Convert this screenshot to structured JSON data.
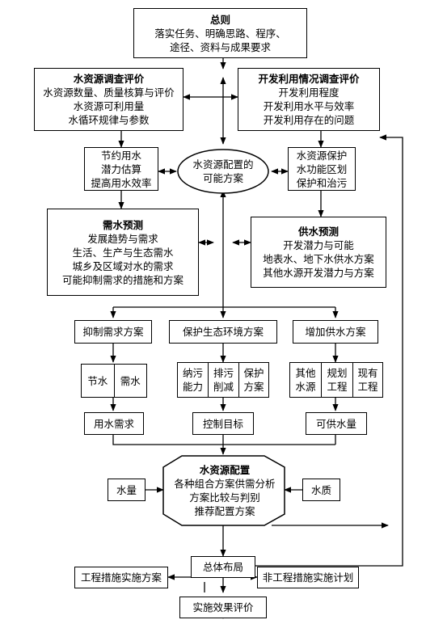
{
  "general": {
    "title": "总则",
    "lines": [
      "落实任务、明确思路、程序、",
      "途径、资料与成果要求"
    ]
  },
  "survey": {
    "title": "水资源调查评价",
    "lines": [
      "水资源数量、质量核算与评价",
      "水资源可利用量",
      "水循环规律与参数"
    ]
  },
  "develop": {
    "title": "开发利用情况调查评价",
    "lines": [
      "开发利用程度",
      "开发利用水平与效率",
      "开发利用存在的问题"
    ]
  },
  "saving": {
    "lines": [
      "节约用水",
      "潜力估算",
      "提高用水效率"
    ]
  },
  "config_ellipse": {
    "lines": [
      "水资源配置的",
      "可能方案"
    ]
  },
  "protect": {
    "lines": [
      "水资源保护",
      "水功能区划",
      "保护和治污"
    ]
  },
  "demand_forecast": {
    "title": "需水预测",
    "lines": [
      "发展趋势与需求",
      "生活、生产与生态需水",
      "城乡及区域对水的需求",
      "可能抑制需求的措施和方案"
    ]
  },
  "supply_forecast": {
    "title": "供水预测",
    "lines": [
      "开发潜力与可能",
      "地表水、地下水供水方案",
      "其他水源开发潜力与方案"
    ]
  },
  "scheme_demand": {
    "label": "抑制需求方案",
    "cells": [
      "节水",
      "需水"
    ],
    "result": "用水需求"
  },
  "scheme_env": {
    "label": "保护生态环境方案",
    "cells": [
      [
        "纳污",
        "能力"
      ],
      [
        "排污",
        "削减"
      ],
      [
        "保护",
        "方案"
      ]
    ],
    "result": "控制目标"
  },
  "scheme_supply": {
    "label": "增加供水方案",
    "cells": [
      [
        "其他",
        "水源"
      ],
      [
        "规划",
        "工程"
      ],
      [
        "现有",
        "工程"
      ]
    ],
    "result": "可供水量"
  },
  "allocation": {
    "title": "水资源配置",
    "lines": [
      "各种组合方案供需分析",
      "方案比较与判别",
      "推荐配置方案"
    ]
  },
  "quantity": {
    "label": "水量"
  },
  "quality": {
    "label": "水质"
  },
  "layout": {
    "label": "总体布局"
  },
  "engineering": {
    "label": "工程措施实施方案"
  },
  "non_engineering": {
    "label": "非工程措施实施计划"
  },
  "evaluation": {
    "label": "实施效果评价"
  }
}
